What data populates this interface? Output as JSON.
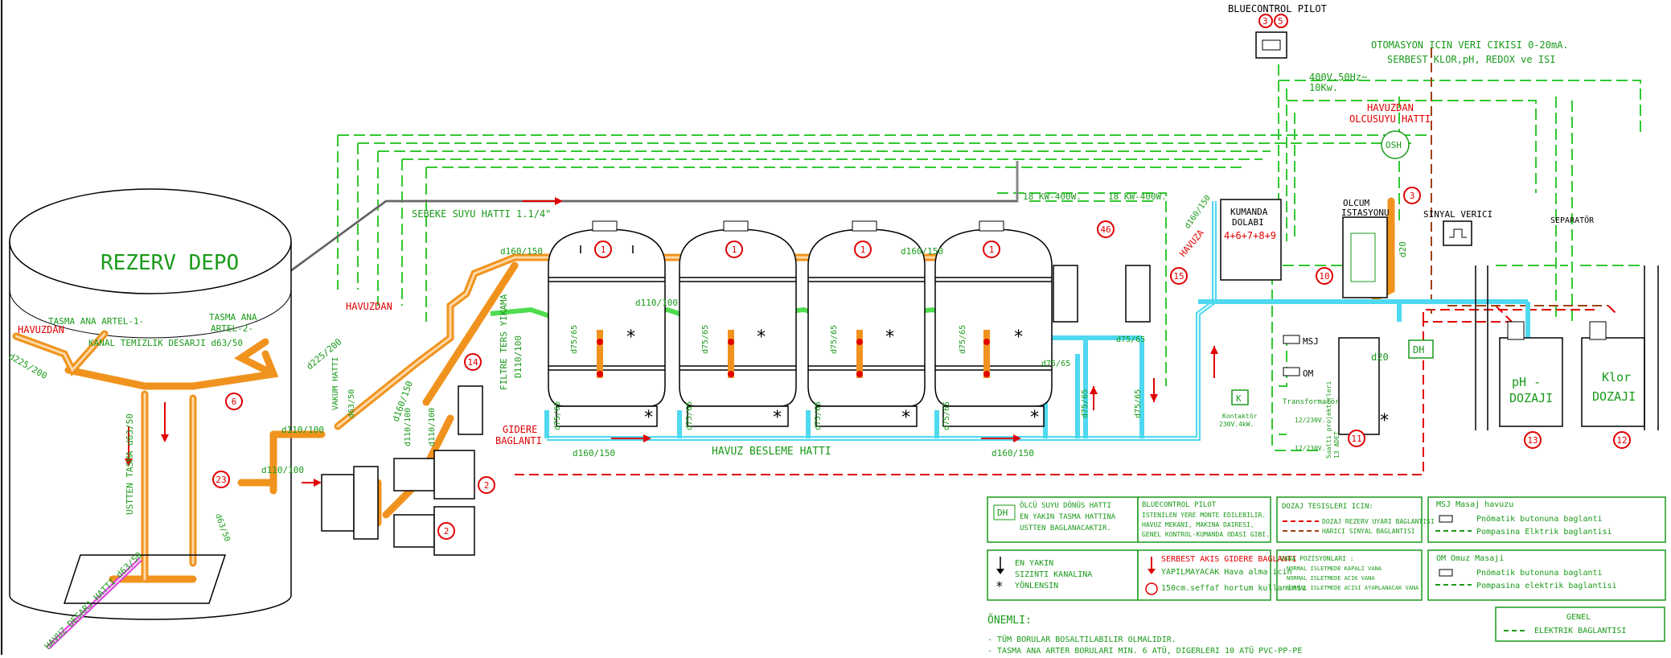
{
  "labels": {
    "bluecontrol_pilot": "BLUECONTROL PILOT",
    "bc_n1": "3",
    "bc_n2": "5",
    "otomasyon_1": "OTOMASYON ICIN VERI CIKISI 0-20mA.",
    "otomasyon_2": "SERBEST KLOR,pH, REDOX ve ISI",
    "power_1": "400V.50Hz~",
    "power_2": "10Kw.",
    "havuzdan_olcu_1": "HAVUZDAN",
    "havuzdan_olcu_2": "OLCUSUYU HATTI",
    "osh": "OSH",
    "olcum_1": "OLCUM",
    "olcum_2": "ISTASYONU",
    "sinyal_verici": "SINYAL VERICI",
    "separator": "SEPARATÖR",
    "kumanda_1": "KUMANDA",
    "kumanda_2": "DOLABI",
    "kumanda_nums": "4+6+7+8+9",
    "sebeke": "SEBEKE SUYU HATTI 1.1/4\"",
    "rezerv": "REZERV DEPO",
    "havuzdan_left": "HAVUZDAN",
    "havuzdan_mid": "HAVUZDAN",
    "tasma1_1": "TASMA ANA ARTEL-1-",
    "tasma2_1": "TASMA ANA",
    "tasma2_2": "ARTEL-2-",
    "kanal": "KANAL TEMIZLIK DESARJI  d63/50",
    "d225_left": "d225/200",
    "d225_right": "d225/200",
    "ustten_tasma": "USTTEN TASMA d63/50",
    "vakum": "VAKUM HATTI",
    "d63_50_v": "d63/50",
    "d110_100_a": "d110/100",
    "d110_100_b": "d110/100",
    "d160_150_up": "d160/150",
    "d160_150_top": "d160/150",
    "d160_150_top2": "d160/150",
    "d110_100_mid": "d110/100",
    "d110_100_pump": "d110/100",
    "d110_100_pump2": "d110/100",
    "d110_100_vertical": "D110/100",
    "filtre_ters": "FILTRE TERS YIKAMA",
    "gidere_1": "GIDERE",
    "gidere_2": "BAGLANTI",
    "d160_150_bot1": "d160/150",
    "d160_150_bot2": "d160/150",
    "havuz_besleme": "HAVUZ BESLEME HATTI",
    "d75_65": "d75/65",
    "kw18_a": "18 KW-400W.",
    "kw18_b": "18 KW-400W.",
    "havuza": "HAVUZA",
    "d160_150_diag": "d160/150",
    "msj": "MSJ",
    "om": "OM",
    "d20_a": "d20",
    "d20_b": "d20",
    "dh": "DH",
    "kontaktor_1": "Kontaktör",
    "kontaktor_2": "230V.4kW.",
    "k": "K",
    "transformator": "Transformatör",
    "v12_a": "12/230V.",
    "v12_b": "12/230V.",
    "sualti_1": "Sualti projektörleri",
    "sualti_2": "13 ADET",
    "ph_1": "pH  -",
    "ph_2": "DOZAJI",
    "klor_1": "Klor",
    "klor_2": "DOZAJI",
    "ustten_sezik": "d63/50",
    "havuz_desarj": "HAVUZ DESARJ HATTI d63/50"
  },
  "callouts": [
    "1",
    "1",
    "1",
    "1",
    "2",
    "2",
    "3",
    "10",
    "11",
    "12",
    "13",
    "14",
    "15",
    "23",
    "46",
    "6"
  ],
  "legend": {
    "dh": {
      "code": "DH",
      "lines": [
        "ÖLCÜ SUYU DÖNÜS HATTI",
        "EN YAKIN TASMA HATTINA",
        "USTTEN BAGLANACAKTIR."
      ]
    },
    "bc": {
      "title": "BLUECONTROL PILOT",
      "lines": [
        "ISTENILEN YERE MONTE EDILEBILIR.",
        "HAVUZ MEKANI, MAKINA DAIRESI,",
        "GENEL KONTROL-KUMANDA ODASI GIBI."
      ]
    },
    "dozaj": {
      "title": "DOZAJ TESISLERI ICIN:",
      "lines": [
        "DOZAJ REZERV UYARI BAGLANTISI",
        "HARICI SINYAL BAGLANTISI"
      ]
    },
    "msj": {
      "title": "MSJ  Masaj havuzu",
      "lines": [
        "Pnömatik butonuna baglanti",
        "Pompasina Elktrik baglantisi"
      ]
    },
    "drain": {
      "lines": [
        "EN YAKIN",
        "SIZINTI KANALINA",
        "YÖNLENSIN"
      ]
    },
    "serbest": {
      "lines": [
        "SERBEST AKIS GIDERE BAGLANTI",
        "YAPILMAYACAK  Hava alma icin",
        "150cm.seffaf hortum kullaniniz"
      ]
    },
    "vana": {
      "title": "VANA POZISYONLARI :",
      "lines": [
        "NORMAL ISLETMEDE KAPALI VANA",
        "NORMAL ISLETMEDE ACIK VANA",
        "NORMAL ISLETMEDE ACISI AYARLANACAK VANA"
      ]
    },
    "om": {
      "title": "OM   Omuz Masaji",
      "lines": [
        "Pnömatik butonuna baglanti",
        "Pompasina elektrik baglantisi"
      ]
    },
    "genel": {
      "title": "GENEL",
      "lines": [
        "ELEKTRIK BAGLANTISI"
      ]
    }
  },
  "onemli": {
    "title": "ÖNEMLI:",
    "lines": [
      "-  TÜM BORULAR BOSALTILABILIR OLMALIDIR.",
      "-  TASMA ANA ARTER BORULARI MIN. 6 ATÜ, DIGERLERI 10 ATÜ PVC-PP-PE"
    ]
  }
}
